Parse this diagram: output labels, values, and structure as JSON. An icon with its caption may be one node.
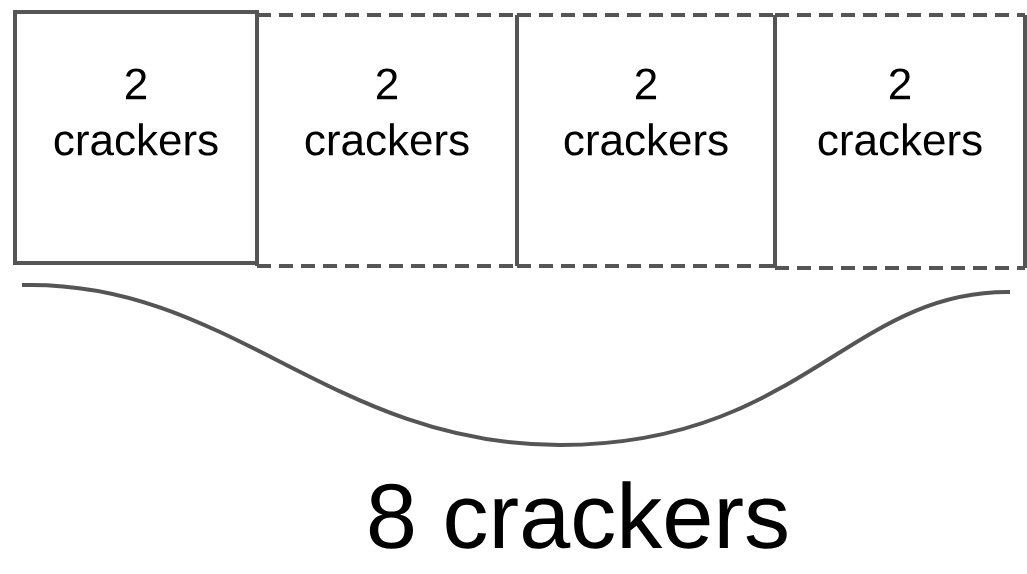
{
  "diagram": {
    "nodes": [
      {
        "text": [
          "2 crackers"
        ]
      },
      {
        "text": [
          "2 crackers"
        ]
      },
      {
        "text": [
          "2 crackers"
        ]
      },
      {
        "text": [
          "2 crackers"
        ]
      }
    ],
    "labels": [
      "8 crackers"
    ]
  }
}
